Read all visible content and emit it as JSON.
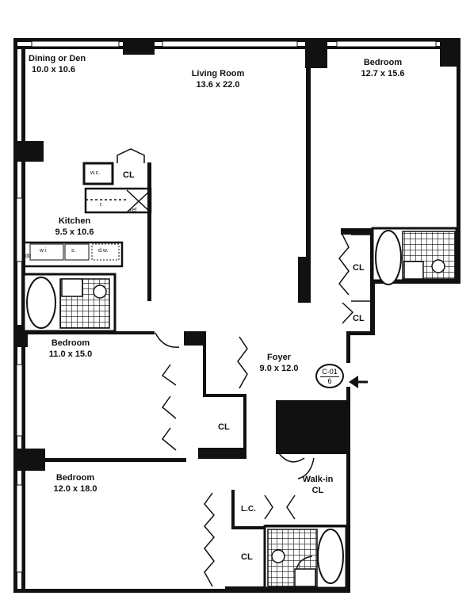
{
  "rooms": {
    "dining": {
      "name": "Dining or Den",
      "dims": "10.0 x 10.6"
    },
    "living": {
      "name": "Living Room",
      "dims": "13.6 x 22.0"
    },
    "bedroom_ne": {
      "name": "Bedroom",
      "dims": "12.7 x 15.6"
    },
    "kitchen": {
      "name": "Kitchen",
      "dims": "9.5 x 10.6"
    },
    "bedroom_w": {
      "name": "Bedroom",
      "dims": "11.0 x 15.0"
    },
    "foyer": {
      "name": "Foyer",
      "dims": "9.0 x 12.0"
    },
    "bedroom_sw": {
      "name": "Bedroom",
      "dims": "12.0 x 18.0"
    }
  },
  "closets": {
    "cl_kitchen": "CL",
    "cl_bed_ne_1": "CL",
    "cl_bed_ne_2": "CL",
    "cl_foyer": "CL",
    "walkin_line1": "Walk-in",
    "walkin_line2": "CL",
    "linen": "L.C.",
    "cl_bed_sw": "CL"
  },
  "fixtures": {
    "wc": "w.c.",
    "fridge": "r.",
    "ref": "ref",
    "wi": "w i",
    "s": "s.",
    "dw": "d.w.",
    "dc": "dc"
  },
  "unit_badge": {
    "top": "C-01",
    "bottom": "6"
  }
}
